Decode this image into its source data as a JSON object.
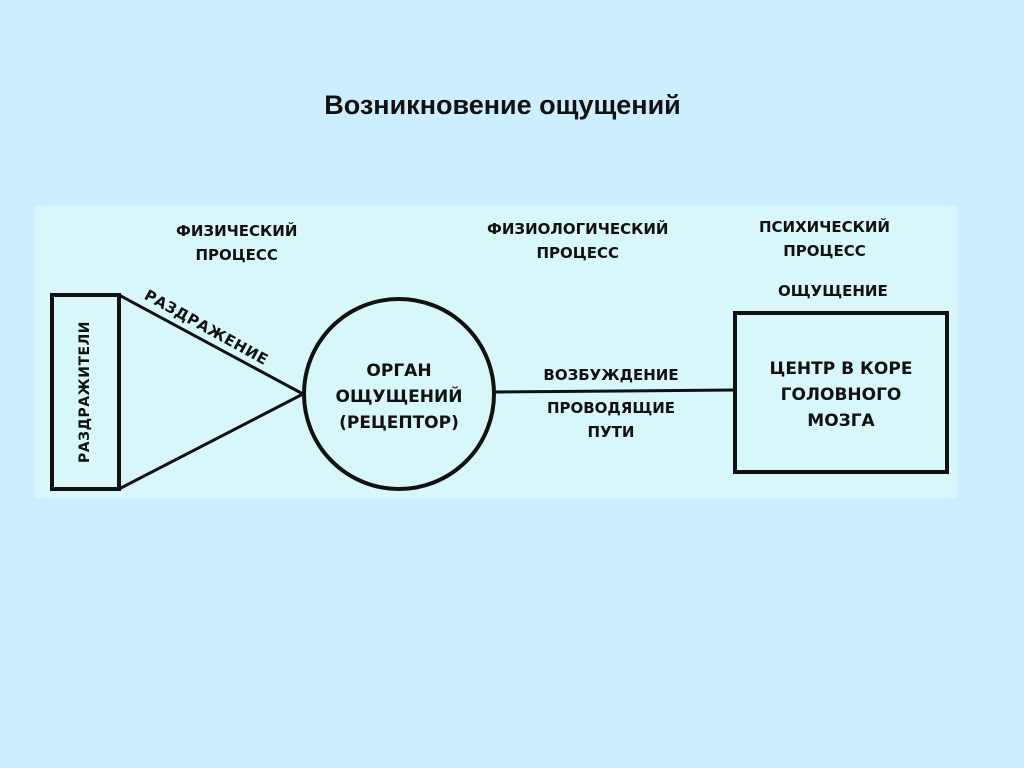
{
  "title": "Возникновение ощущений",
  "labels": {
    "physical_process": [
      "ФИЗИЧЕСКИЙ",
      "ПРОЦЕСС"
    ],
    "physiological_process": [
      "ФИЗИОЛОГИЧЕСКИЙ",
      "ПРОЦЕСС"
    ],
    "psychic_process": [
      "ПСИХИЧЕСКИЙ",
      "ПРОЦЕСС"
    ],
    "sensation": "ОЩУЩЕНИЕ",
    "stimuli": "РАЗДРАЖИТЕЛИ",
    "irritation": "РАЗДРАЖЕНИЕ",
    "organ": [
      "ОРГАН",
      "ОЩУЩЕНИЙ",
      "(РЕЦЕПТОР)"
    ],
    "excitation": "ВОЗБУЖДЕНИЕ",
    "pathways": [
      "ПРОВОДЯЩИЕ",
      "ПУТИ"
    ],
    "brain_center": [
      "ЦЕНТР В КОРЕ",
      "ГОЛОВНОГО",
      "МОЗГА"
    ]
  },
  "colors": {
    "background": "#cdeeff",
    "panel": "#d8f7fb",
    "ink": "#111111"
  }
}
